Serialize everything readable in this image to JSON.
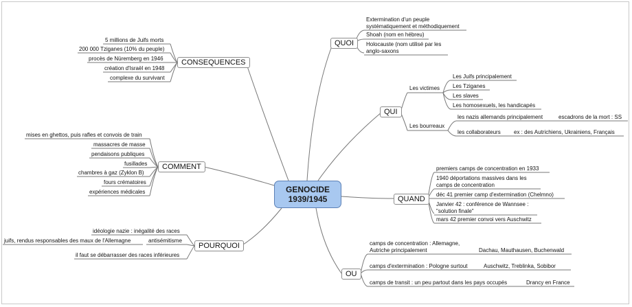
{
  "center": {
    "line1": "GENOCIDE",
    "line2": "1939/1945"
  },
  "quoi": {
    "label": "QUOI",
    "items": [
      "Extermination d'un peuple systématiquement et méthodiquement",
      "Shoah (nom en hébreu)",
      "Holocauste (nom utilisé par les anglo-saxons"
    ]
  },
  "qui": {
    "label": "QUI",
    "victimes": {
      "label": "Les victimes",
      "items": [
        "Les Juifs principalement",
        "Les Tziganes",
        "Les slaves",
        "Les homosexuels, les handicapés"
      ]
    },
    "bourreaux": {
      "label": "Les bourreaux",
      "nazis": "les nazis allemands principalement",
      "nazis_detail": "escadrons de la mort : SS",
      "collab": "les collaborateurs",
      "collab_detail": "ex : des Autrichiens, Ukrainiens, Français"
    }
  },
  "quand": {
    "label": "QUAND",
    "items": [
      "premiers camps de concentration en 1933",
      "1940 déportations massives dans les camps de concentration",
      "déc 41 premier camp d'extermination (Chelmno)",
      "Janvier 42 : conférence de Wannsee : \"solution finale\"",
      "mars 42 premier convoi vers Auschwitz"
    ]
  },
  "ou": {
    "label": "OU",
    "items": [
      {
        "text": "camps de concentration : Allemagne, Autriche principalement",
        "detail": "Dachau, Mauthausen, Buchenwald"
      },
      {
        "text": "camps d'extermination : Pologne surtout",
        "detail": "Auschwitz, Treblinka, Sobibor"
      },
      {
        "text": "camps de transit : un peu partout dans les pays occupés",
        "detail": "Drancy en France"
      }
    ]
  },
  "consequences": {
    "label": "CONSEQUENCES",
    "items": [
      "5 millions de Juifs morts",
      "200 000 Tziganes (10% du peuple)",
      "procès de Nüremberg en 1946",
      "création d'Israël en 1948",
      "complexe du survivant"
    ]
  },
  "comment": {
    "label": "COMMENT",
    "items": [
      "mises en ghettos, puis rafles et convois de train",
      "massacres de masse",
      "pendaisons publiques",
      "fusillades",
      "chambres à gaz (Zyklon B)",
      "fours crématoires",
      "expériences médicales"
    ]
  },
  "pourquoi": {
    "label": "POURQUOI",
    "items": [
      {
        "text": "idéologie nazie : inégalité des races"
      },
      {
        "text": "antisémitisme",
        "detail": "juifs, rendus responsables des maux de l'Allemagne"
      },
      {
        "text": "il faut se débarrasser des races inférieures"
      }
    ]
  }
}
